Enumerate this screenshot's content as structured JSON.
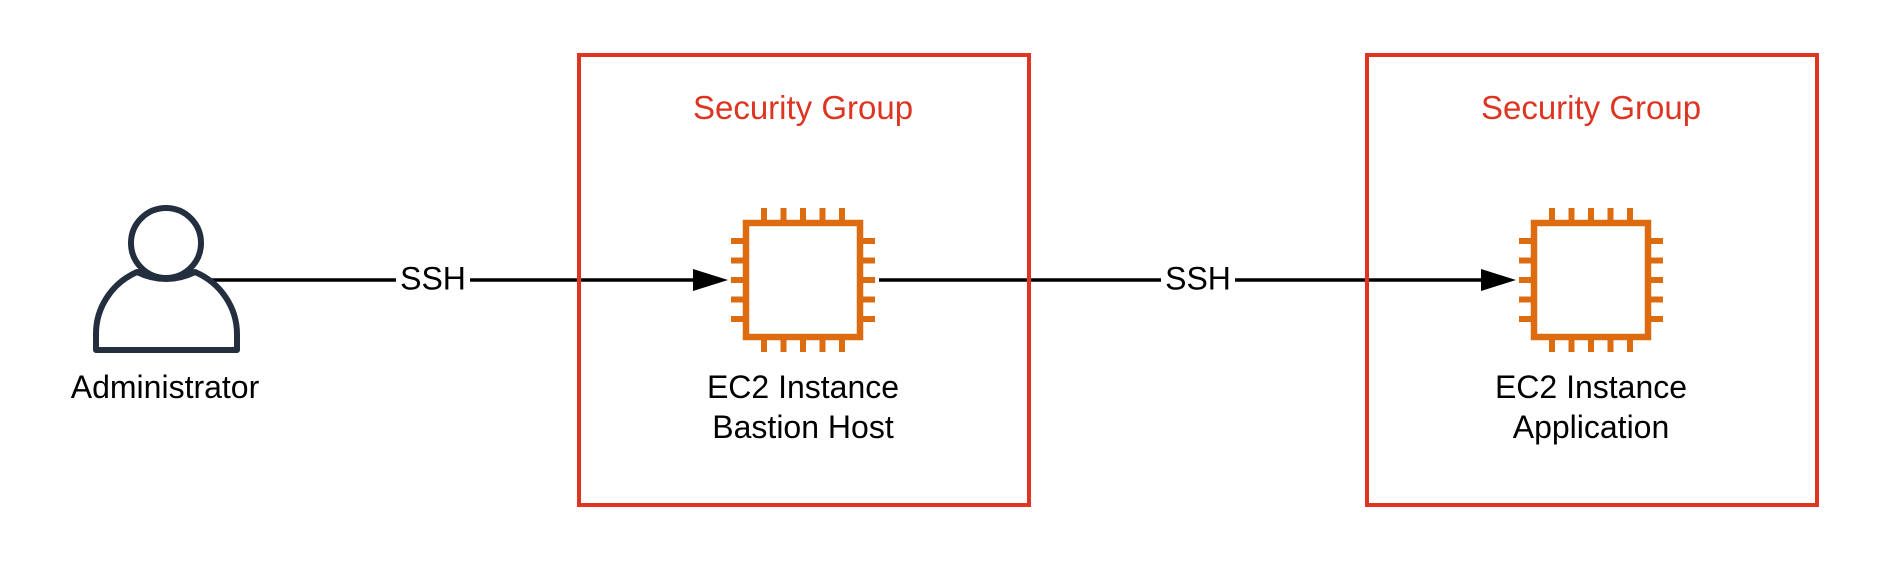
{
  "diagram": {
    "type": "aws-architecture",
    "colors": {
      "security_group": "#dd3522",
      "ec2": "#dd6b10",
      "person": "#232f3e",
      "edge": "#000000",
      "text": "#000000"
    },
    "nodes": {
      "administrator": {
        "label": "Administrator",
        "icon": "person-icon"
      },
      "bastion": {
        "label_line1": "EC2 Instance",
        "label_line2": "Bastion Host",
        "icon": "ec2-chip-icon"
      },
      "application": {
        "label_line1": "EC2 Instance",
        "label_line2": "Application",
        "icon": "ec2-chip-icon"
      }
    },
    "groups": {
      "bastion_sg": {
        "label": "Security Group",
        "contains": [
          "bastion"
        ]
      },
      "application_sg": {
        "label": "Security Group",
        "contains": [
          "application"
        ]
      }
    },
    "edges": [
      {
        "from": "administrator",
        "to": "bastion",
        "label": "SSH",
        "arrow": "end"
      },
      {
        "from": "bastion",
        "to": "application",
        "label": "SSH",
        "arrow": "end"
      }
    ]
  }
}
